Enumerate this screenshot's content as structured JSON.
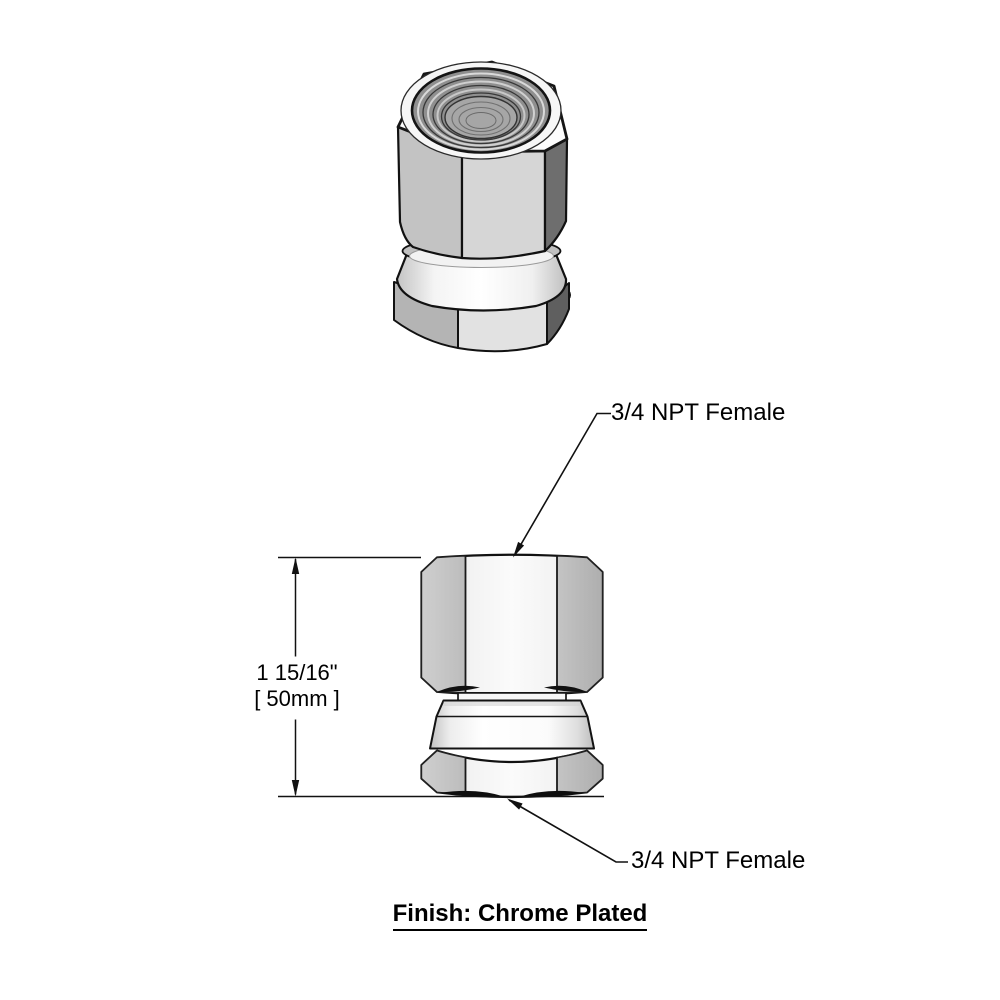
{
  "page": {
    "background_color": "#ffffff"
  },
  "drawing": {
    "callout_top": {
      "label": "3/4 NPT Female"
    },
    "callout_bottom": {
      "label": "3/4 NPT Female"
    },
    "dimension": {
      "imperial": "1 15/16\"",
      "metric": "[ 50mm ]"
    },
    "finish_note": "Finish: Chrome Plated",
    "colors": {
      "line": "#111111",
      "facet_light": "#f3f3f3",
      "facet_gray_left": "#c6c6c6",
      "facet_gray_right": "#bcbcbc",
      "side_dark": "#6e6e6e",
      "thread_gray": "#8f8f8f"
    }
  }
}
